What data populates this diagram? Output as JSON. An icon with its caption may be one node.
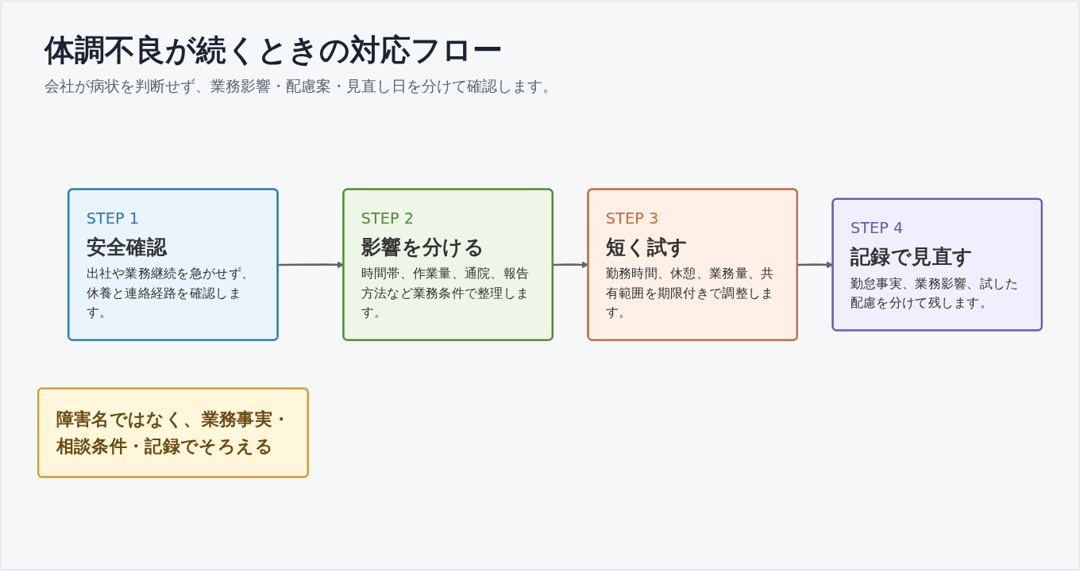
{
  "diagram": {
    "title": "体調不良が続くときの対応フロー",
    "caption": "会社が病状を判断せず、業務影響・配慮案・見直し日を分けて確認します。",
    "nodes": [
      {
        "text": [
          "STEP 1",
          "安全確認",
          "出社や業務継続を急がせず、休養と連絡経路を確認します。"
        ]
      },
      {
        "text": [
          "STEP 2",
          "影響を分ける",
          "時間帯、作業量、通院、報告方法など業務条件で整理します。"
        ]
      },
      {
        "text": [
          "STEP 3",
          "短く試す",
          "勤務時間、休憩、業務量、共有範囲を期限付きで調整します。"
        ]
      },
      {
        "text": [
          "STEP 4",
          "記録で見直す",
          "勤怠事実、業務影響、試した配慮を分けて残します。"
        ]
      },
      {
        "text": [
          "障害名ではなく、業務事実・相談条件・記録でそろえる"
        ]
      }
    ],
    "edges": [
      {
        "from": 0,
        "to": 1,
        "arrow": "to"
      },
      {
        "from": 1,
        "to": 2,
        "arrow": "to"
      },
      {
        "from": 2,
        "to": 3,
        "arrow": "to"
      }
    ]
  }
}
